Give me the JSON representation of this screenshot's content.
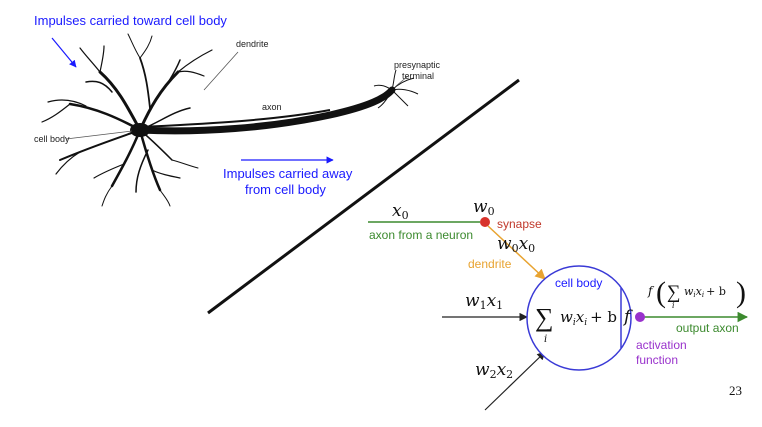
{
  "neuron": {
    "impulses_toward": "Impulses carried toward cell body",
    "dendrite": "dendrite",
    "presynaptic_line1": "presynaptic",
    "presynaptic_line2": "terminal",
    "axon": "axon",
    "cell_body": "cell body",
    "impulses_away_line1": "Impulses carried away",
    "impulses_away_line2": "from cell body"
  },
  "model": {
    "x0": "x",
    "x0_sub": "0",
    "w0": "w",
    "w0_sub": "0",
    "synapse": "synapse",
    "axon_from_neuron": "axon from a neuron",
    "w0x0_w": "w",
    "w0x0_wsub": "0",
    "w0x0_x": "x",
    "w0x0_xsub": "0",
    "dendrite": "dendrite",
    "cell_body": "cell body",
    "w1x1_w": "w",
    "w1x1_wsub": "1",
    "w1x1_x": "x",
    "w1x1_xsub": "1",
    "sum_symbol": "∑",
    "sum_index": "i",
    "sum_w": "w",
    "sum_wsub": "i",
    "sum_x": "x",
    "sum_xsub": "i",
    "sum_plus_b": "+ b",
    "f": "f",
    "output_f": "f",
    "output_open_paren": "(",
    "output_close_paren": ")",
    "output_axon": "output axon",
    "activation_line1": "activation",
    "activation_line2": "function",
    "w2x2_w": "w",
    "w2x2_wsub": "2",
    "w2x2_x": "x",
    "w2x2_xsub": "2"
  },
  "page_number": "23",
  "colors": {
    "blue_text": "#1a1aff",
    "green": "#3c8a2e",
    "orange": "#e8a330",
    "red_dot": "#d7322b",
    "purple": "#9932cc",
    "circle": "#3a3ad6",
    "dark_red_text": "#c0392b"
  }
}
